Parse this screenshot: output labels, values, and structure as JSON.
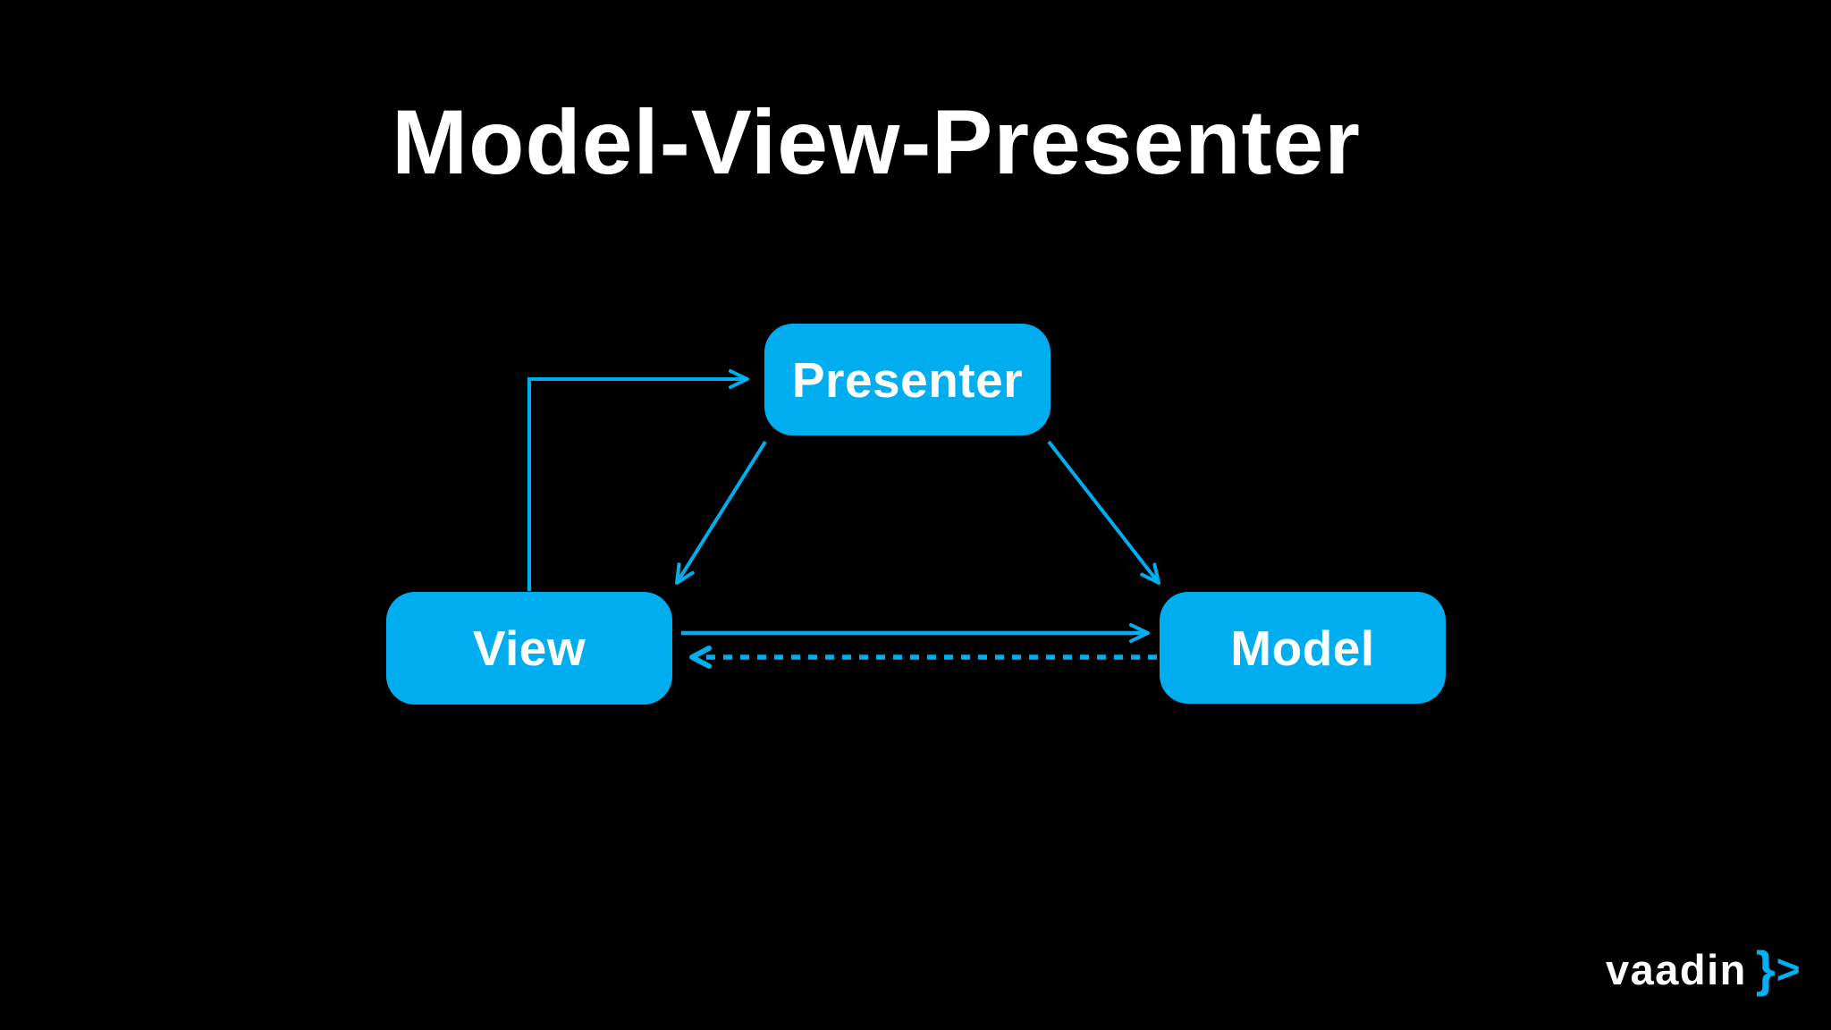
{
  "slide": {
    "title": "Model-View-Presenter"
  },
  "diagram": {
    "nodes": {
      "presenter": {
        "label": "Presenter"
      },
      "view": {
        "label": "View"
      },
      "model": {
        "label": "Model"
      }
    },
    "edges": [
      {
        "from": "View",
        "to": "Presenter",
        "line": "solid",
        "shape": "elbow-up-then-right"
      },
      {
        "from": "Presenter",
        "to": "View",
        "line": "solid",
        "shape": "diagonal"
      },
      {
        "from": "Presenter",
        "to": "Model",
        "line": "solid",
        "shape": "diagonal"
      },
      {
        "from": "View",
        "to": "Model",
        "line": "solid",
        "shape": "horizontal"
      },
      {
        "from": "Model",
        "to": "View",
        "line": "dashed",
        "shape": "horizontal"
      }
    ]
  },
  "logo": {
    "wordmark": "vaadin",
    "brace": "}",
    "chevron": ">"
  },
  "colors": {
    "background": "#000000",
    "node_fill": "#00ADEF",
    "node_text": "#FFFFFF",
    "arrow": "#00ADEF",
    "title_text": "#FFFFFF",
    "logo_text": "#FFFFFF",
    "logo_accent": "#00B0F0"
  }
}
